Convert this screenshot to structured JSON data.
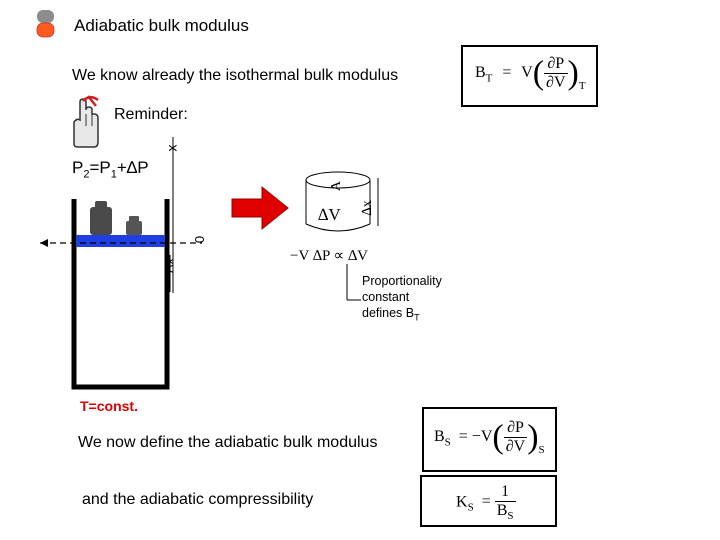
{
  "header": {
    "title": "Adiabatic bulk modulus"
  },
  "intro": {
    "text": "We know already the isothermal bulk modulus",
    "reminder": "Reminder:"
  },
  "formula_BT": {
    "lhs": "B",
    "lhs_sub": "T",
    "equals": "=",
    "coef": "V",
    "num": "∂P",
    "den": "∂V",
    "sub": "T"
  },
  "cylinder": {
    "pressure_label_p2": "P",
    "pressure_sub_2": "2",
    "pressure_eq": "=P",
    "pressure_sub_1": "1",
    "pressure_plus": "+∆P",
    "x_label": "x",
    "zero_label": "0",
    "dx_label": "∆x",
    "state": "T=const."
  },
  "small_cylinder": {
    "area_label": "A",
    "volume_label": "∆V",
    "dx_label": "∆x"
  },
  "proportionality": {
    "relation": "−V ∆P ∝ ∆V",
    "note_line1": "Proportionality",
    "note_line2": "constant",
    "note_line3": "defines B",
    "note_sub": "T"
  },
  "adiabatic": {
    "text": "We now define the adiabatic bulk modulus",
    "compress_text": "and the adiabatic compressibility"
  },
  "formula_BS": {
    "lhs": "B",
    "lhs_sub": "S",
    "equals": "= −V",
    "num": "∂P",
    "den": "∂V",
    "sub": "S"
  },
  "formula_KS": {
    "lhs": "K",
    "lhs_sub": "S",
    "equals": "=",
    "num": "1",
    "den": "B",
    "den_sub": "S"
  },
  "colors": {
    "accent_red": "#e00000",
    "piston_blue": "#1f3fe0",
    "bullet_orange": "#ff5a1f",
    "bullet_gray": "#8c8c8c"
  }
}
